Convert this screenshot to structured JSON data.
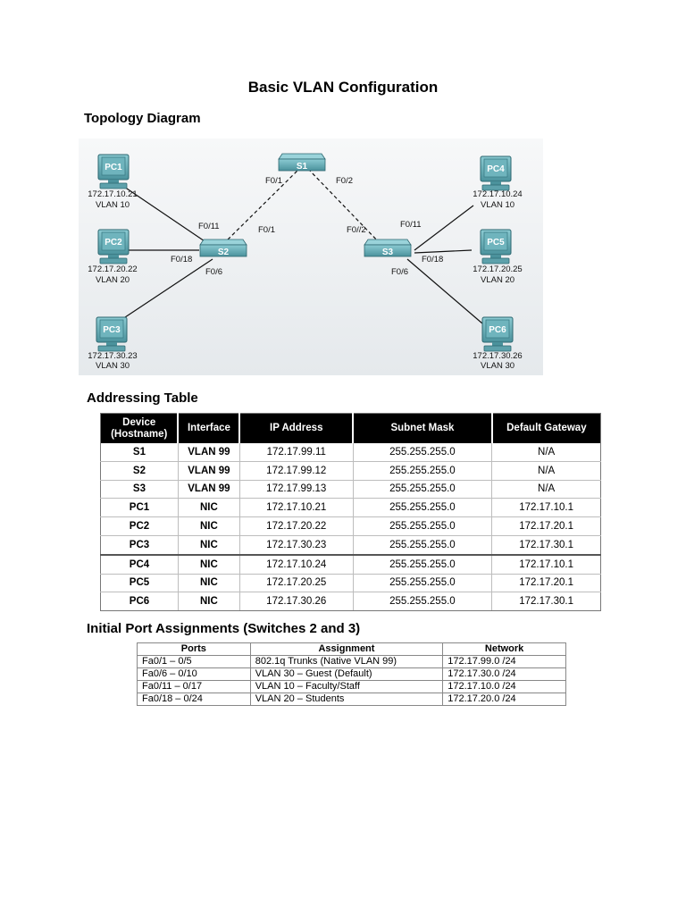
{
  "title": "Basic VLAN Configuration",
  "sections": {
    "topology": "Topology Diagram",
    "addressing": "Addressing Table",
    "ports": "Initial Port Assignments (Switches 2 and 3)"
  },
  "topology": {
    "switches": [
      "S1",
      "S2",
      "S3"
    ],
    "pcs": [
      {
        "name": "PC1",
        "ip": "172.17.10.21",
        "vlan": "VLAN 10"
      },
      {
        "name": "PC2",
        "ip": "172.17.20.22",
        "vlan": "VLAN 20"
      },
      {
        "name": "PC3",
        "ip": "172.17.30.23",
        "vlan": "VLAN 30"
      },
      {
        "name": "PC4",
        "ip": "172.17.10.24",
        "vlan": "VLAN 10"
      },
      {
        "name": "PC5",
        "ip": "172.17.20.25",
        "vlan": "VLAN 20"
      },
      {
        "name": "PC6",
        "ip": "172.17.30.26",
        "vlan": "VLAN 30"
      }
    ],
    "ports": {
      "s1_left": "F0/1",
      "s1_right": "F0/2",
      "s2_f011": "F0/11",
      "s2_f01": "F0/1",
      "s2_f018": "F0/18",
      "s2_f06": "F0/6",
      "s3_f02": "F0//2",
      "s3_f011": "F0/11",
      "s3_f018": "F0/18",
      "s3_f06": "F0/6"
    }
  },
  "addressing": {
    "headers": [
      "Device (Hostname)",
      "Interface",
      "IP Address",
      "Subnet Mask",
      "Default Gateway"
    ],
    "rows": [
      [
        "S1",
        "VLAN 99",
        "172.17.99.11",
        "255.255.255.0",
        "N/A"
      ],
      [
        "S2",
        "VLAN 99",
        "172.17.99.12",
        "255.255.255.0",
        "N/A"
      ],
      [
        "S3",
        "VLAN 99",
        "172.17.99.13",
        "255.255.255.0",
        "N/A"
      ],
      [
        "PC1",
        "NIC",
        "172.17.10.21",
        "255.255.255.0",
        "172.17.10.1"
      ],
      [
        "PC2",
        "NIC",
        "172.17.20.22",
        "255.255.255.0",
        "172.17.20.1"
      ],
      [
        "PC3",
        "NIC",
        "172.17.30.23",
        "255.255.255.0",
        "172.17.30.1"
      ],
      [
        "PC4",
        "NIC",
        "172.17.10.24",
        "255.255.255.0",
        "172.17.10.1"
      ],
      [
        "PC5",
        "NIC",
        "172.17.20.25",
        "255.255.255.0",
        "172.17.20.1"
      ],
      [
        "PC6",
        "NIC",
        "172.17.30.26",
        "255.255.255.0",
        "172.17.30.1"
      ]
    ]
  },
  "port_assignments": {
    "headers": [
      "Ports",
      "Assignment",
      "Network"
    ],
    "rows": [
      [
        "Fa0/1 – 0/5",
        "802.1q Trunks (Native VLAN 99)",
        "172.17.99.0 /24"
      ],
      [
        "Fa0/6 – 0/10",
        "VLAN 30 – Guest (Default)",
        "172.17.30.0 /24"
      ],
      [
        "Fa0/11 – 0/17",
        "VLAN 10 – Faculty/Staff",
        "172.17.10.0 /24"
      ],
      [
        "Fa0/18 – 0/24",
        "VLAN 20 – Students",
        "172.17.20.0 /24"
      ]
    ]
  },
  "colors": {
    "device_teal": "#5fa9b3",
    "device_dark": "#3e7f89",
    "diagram_bg": "#eceff1",
    "header_black": "#000000"
  }
}
